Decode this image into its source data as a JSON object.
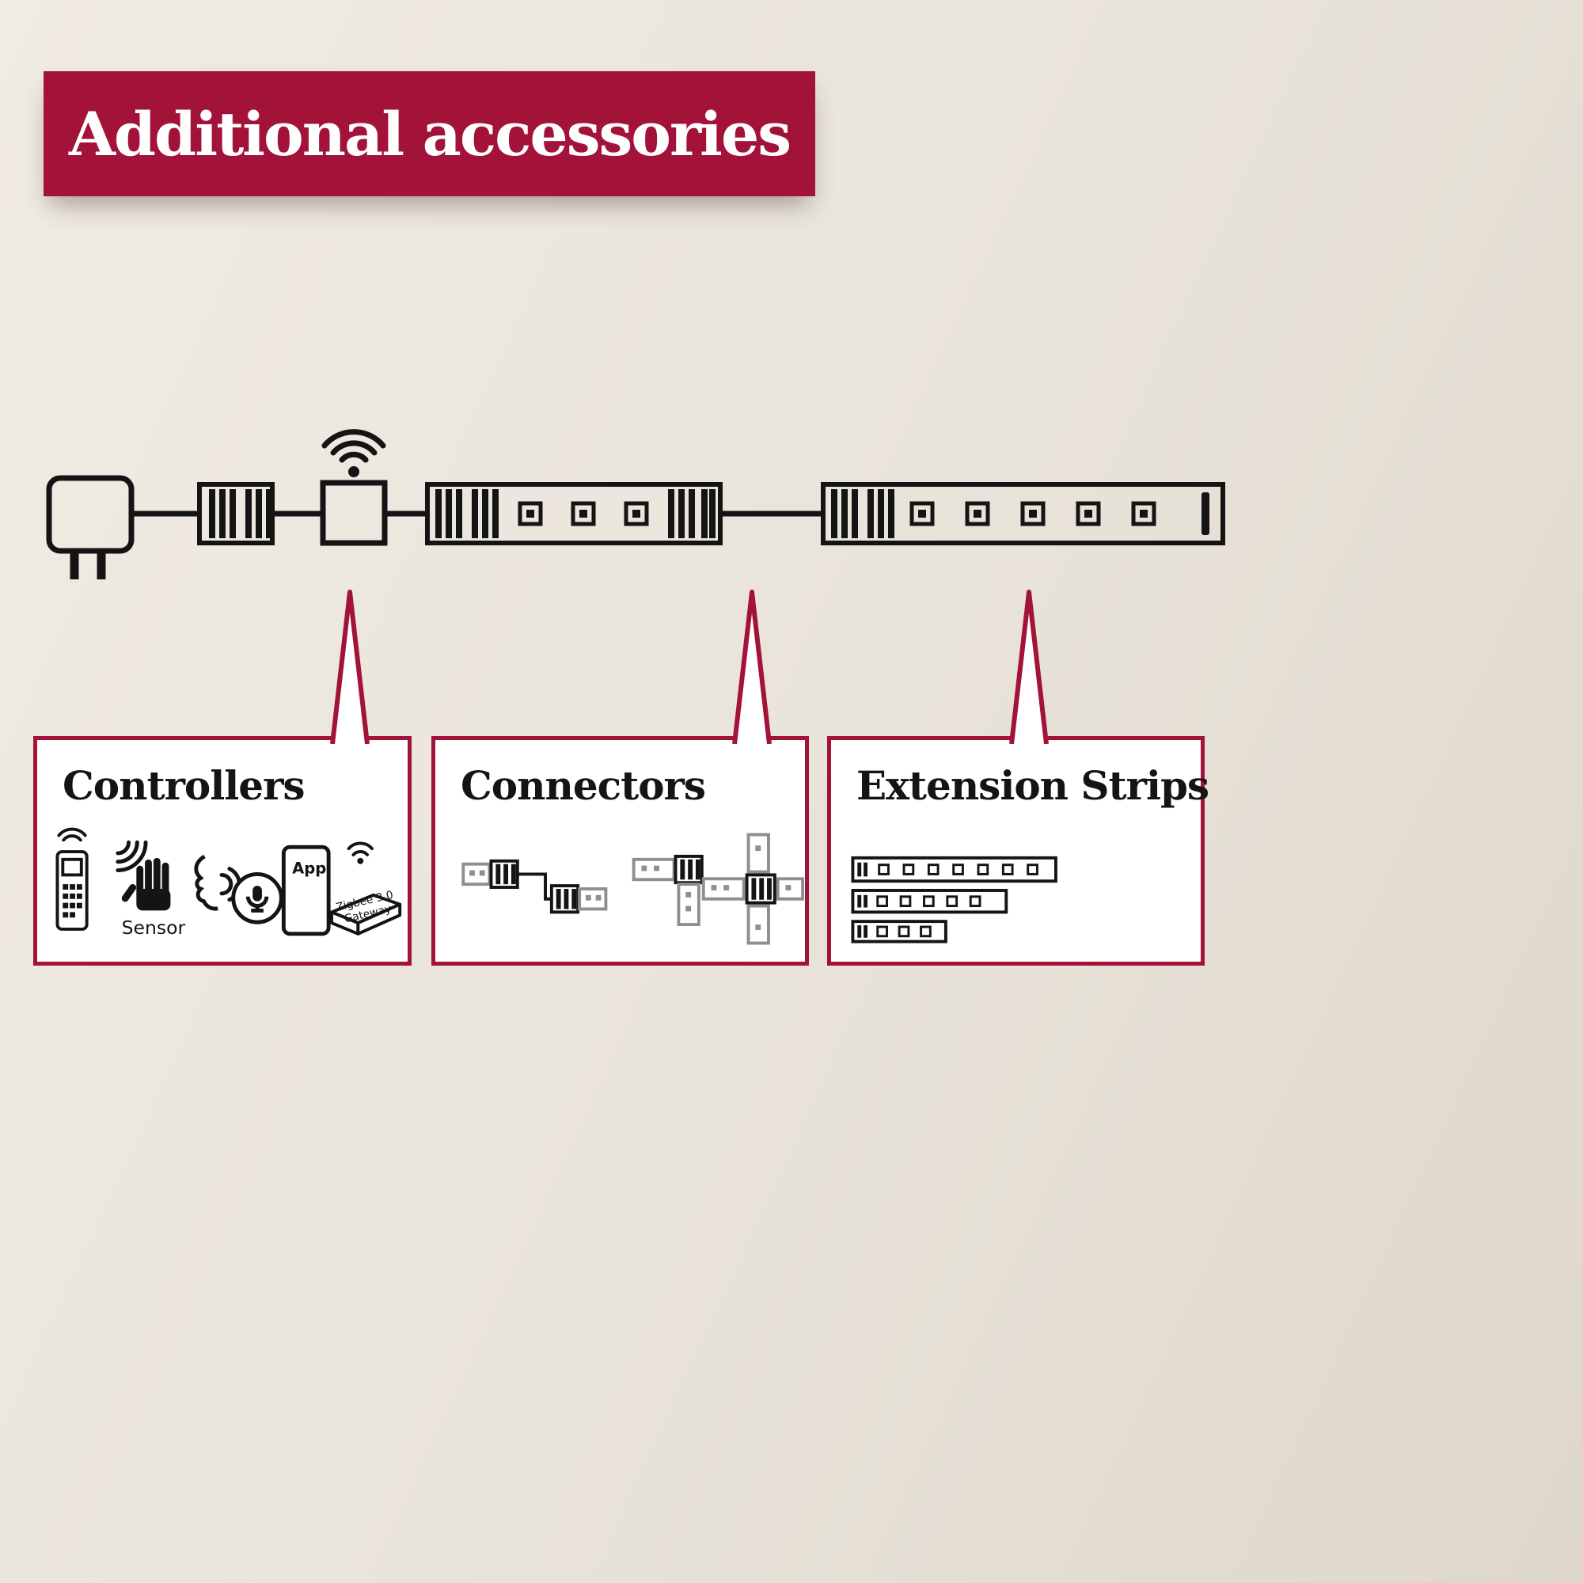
{
  "title": "Additional accessories",
  "colors": {
    "accent": "#a21239",
    "background": "#e9e4db",
    "line": "#141414",
    "panel": "#ffffff",
    "muted_strip": "#8f8f8f"
  },
  "diagram": {
    "description": "LED strip system chain",
    "parts": [
      "power-adapter",
      "clip-connector",
      "wifi-controller",
      "led-strip-segment-3-chips",
      "led-strip-segment-5-chips"
    ]
  },
  "callouts": [
    {
      "label": "Controllers",
      "icons": [
        "remote-control-icon",
        "motion-sensor-icon",
        "voice-assistant-icon",
        "smartphone-app-icon",
        "zigbee-gateway-icon"
      ]
    },
    {
      "label": "Connectors",
      "icons": [
        "straight-connector-icon",
        "corner-connector-icon",
        "cross-connector-icon"
      ]
    },
    {
      "label": "Extension Strips",
      "icons": [
        "extension-strip-long-icon",
        "extension-strip-medium-icon",
        "extension-strip-short-icon"
      ]
    }
  ],
  "labels": {
    "sensor": "Sensor",
    "app": "App",
    "gateway_line1": "Zigbee 3.0",
    "gateway_line2": "Gateway"
  }
}
